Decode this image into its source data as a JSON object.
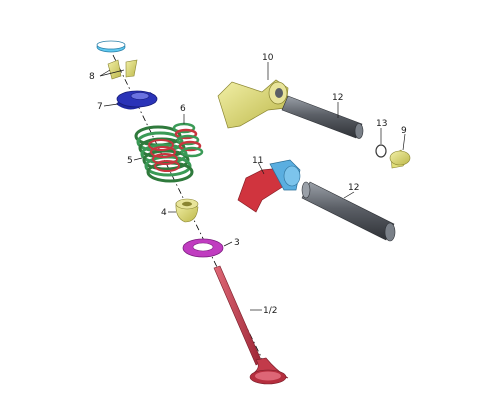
{
  "callouts": {
    "c1_2": "1/2",
    "c3": "3",
    "c4": "4",
    "c5": "5",
    "c6": "6",
    "c7": "7",
    "c8": "8",
    "c9": "9",
    "c10": "10",
    "c11": "11",
    "c12a": "12",
    "c12b": "12",
    "c13": "13"
  },
  "colors": {
    "cap_cyan": "#5fc9f0",
    "cotter_yellow": "#e3e07a",
    "retainer_blue": "#2a33b8",
    "spring_green": "#3a9a56",
    "spring_red": "#c8353e",
    "seal_olive": "#d9d47a",
    "washer_magenta": "#c03cc0",
    "valve_red": "#c23a4a",
    "rocker_yellow": "#dede72",
    "rocker_red": "#d0343e",
    "rocker_blue": "#5aaee0",
    "shaft_gray": "#5b5f66",
    "pad_yellow": "#e2e07a"
  }
}
